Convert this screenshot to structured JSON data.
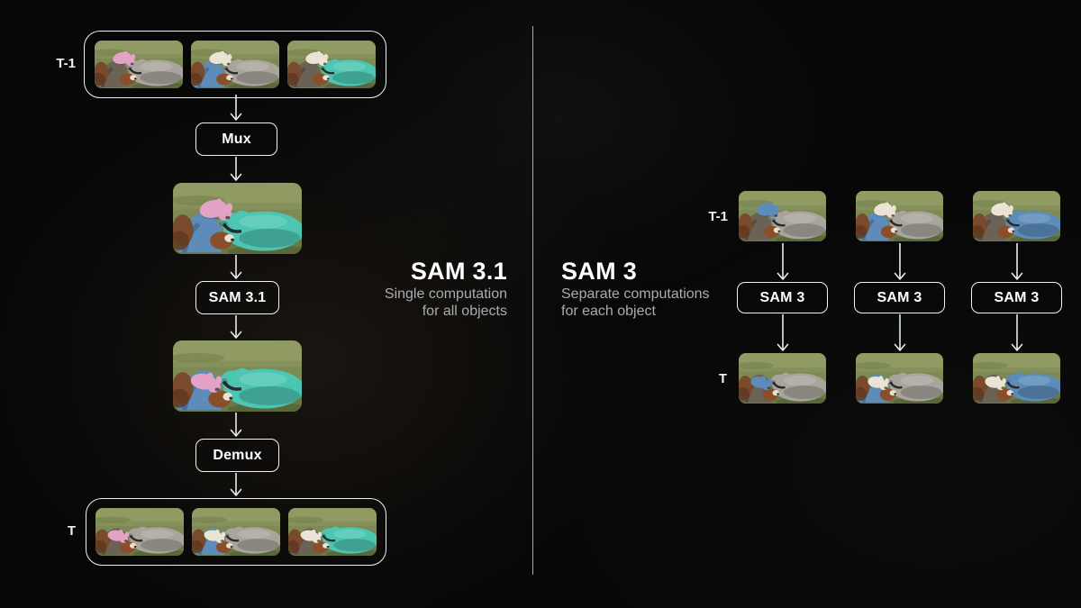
{
  "mask_colors": {
    "pink": "#e2a3c7",
    "blue": "#5d8cba",
    "teal": "#4cc5b2"
  },
  "left_flow": {
    "heading": "SAM 3.1",
    "subtitle_lines": [
      "Single computation",
      "for all objects"
    ],
    "t_minus_1_label": "T-1",
    "t_label": "T",
    "mux_label": "Mux",
    "model_label": "SAM 3.1",
    "demux_label": "Demux",
    "input_frames": [
      {
        "frame": "t-1",
        "mask": {
          "puppy": "pink"
        }
      },
      {
        "frame": "t-1",
        "mask": {
          "leftDog": "blue"
        }
      },
      {
        "frame": "t-1",
        "mask": {
          "rightDog": "teal"
        }
      }
    ],
    "muxed_frame": {
      "frame": "t-1",
      "mask": {
        "puppy": "pink",
        "leftDog": "blue",
        "rightDog": "teal"
      }
    },
    "output_frame": {
      "frame": "t",
      "mask": {
        "puppy": "pink",
        "leftDog": "blue",
        "rightDog": "teal"
      }
    },
    "output_frames": [
      {
        "frame": "t",
        "mask": {
          "puppy": "pink"
        }
      },
      {
        "frame": "t",
        "mask": {
          "leftDog": "blue"
        }
      },
      {
        "frame": "t",
        "mask": {
          "rightDog": "teal"
        }
      }
    ]
  },
  "right_flow": {
    "heading": "SAM 3",
    "subtitle_lines": [
      "Separate computations",
      "for each object"
    ],
    "t_minus_1_label": "T-1",
    "t_label": "T",
    "columns": [
      {
        "box_label": "SAM 3",
        "input": {
          "frame": "t-1",
          "mask": {
            "puppy": "blue"
          }
        },
        "output": {
          "frame": "t",
          "mask": {
            "puppy": "blue"
          }
        }
      },
      {
        "box_label": "SAM 3",
        "input": {
          "frame": "t-1",
          "mask": {
            "leftDog": "blue"
          }
        },
        "output": {
          "frame": "t",
          "mask": {
            "leftDog": "blue"
          }
        }
      },
      {
        "box_label": "SAM 3",
        "input": {
          "frame": "t-1",
          "mask": {
            "rightDog": "blue"
          }
        },
        "output": {
          "frame": "t",
          "mask": {
            "rightDog": "blue"
          }
        }
      }
    ]
  }
}
